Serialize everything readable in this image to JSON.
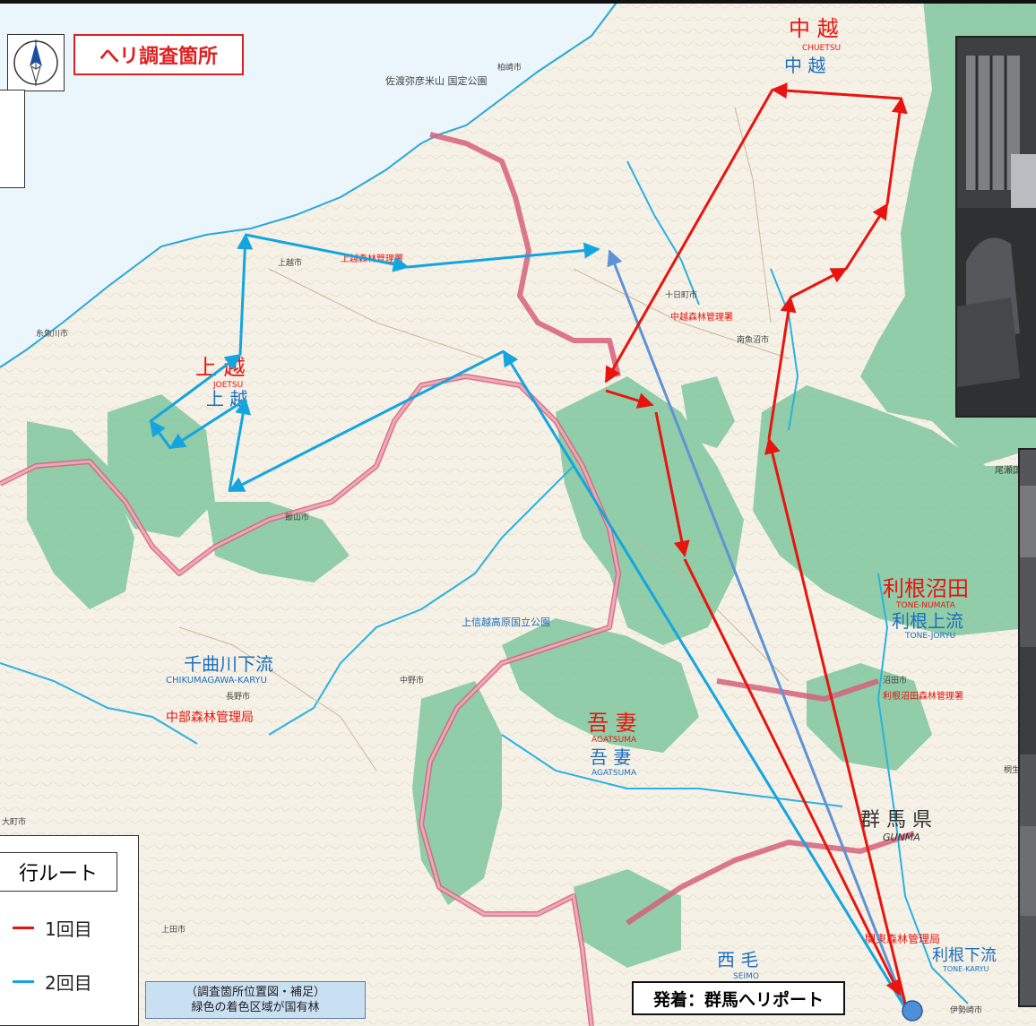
{
  "title": "へリ調査箇所",
  "legend": {
    "title": "行ルート",
    "items": [
      {
        "label": "1回目",
        "color": "#e8140f"
      },
      {
        "label": "2回目",
        "color": "#14a5e0"
      }
    ]
  },
  "note": {
    "line1": "（調査箇所位置図・補足）",
    "line2": "緑色の着色区域が国有林"
  },
  "base_label": "発着：群馬へリポート",
  "colors": {
    "route1": "#e8140f",
    "route2": "#14a5e0",
    "ferry": "#5f93d6",
    "forest": "#7fc79e",
    "sea": "#eaf6fb",
    "land": "#f5f1e6",
    "boundary": "#d6607a",
    "river": "#29b2e2"
  },
  "map_labels": {
    "chuetsu": "中 越",
    "chuetsu_small": "中 越",
    "chuetsu_romaji": "CHUETSU",
    "joetsu": "上 越",
    "joetsu_small": "上 越",
    "joetsu_romaji": "JOETSU",
    "tone_numata": "利根沼田",
    "tone_numata_romaji": "TONE-NUMATA",
    "tone_joryu": "利根上流",
    "tone_joryu_romaji": "TONE-JORYU",
    "chikuma_karyu": "千曲川下流",
    "chikuma_karyu_romaji": "CHIKUMAGAWA-KARYU",
    "agatsuma": "吾 妻",
    "agatsuma_small": "吾 妻",
    "agatsuma_romaji": "AGATSUMA",
    "gunma_ken": "群 馬 県",
    "gunma_romaji": "GUNMA",
    "seimo": "西 毛",
    "seimo_romaji": "SEIMO",
    "tone_karyu": "利根下流",
    "tone_karyu_romaji": "TONE-KARYU",
    "chubu_office": "中部森林管理局",
    "chuetsu_office": "中越森林管理署",
    "joetsu_office": "上越森林管理署",
    "kanto_office": "関東森林管理局",
    "tone_office": "利根沼田森林管理署",
    "joshinetsu_park": "上信越高原国立公園",
    "sado_park": "佐渡弥彦米山 国定公園",
    "oze": "尾瀬国",
    "itoigawa": "糸魚川市",
    "kashiwazaki": "柏崎市",
    "tokamachi": "十日町市",
    "iiyama": "飯山市",
    "nagano": "長野市",
    "nakano": "中野市",
    "numata": "沼田市",
    "minamiuonuma": "南魚沼市",
    "joetsu_city": "上越市",
    "omachi": "大町市",
    "ueda": "上田市",
    "kiryu": "桐生市",
    "isesaki": "伊勢崎市"
  }
}
